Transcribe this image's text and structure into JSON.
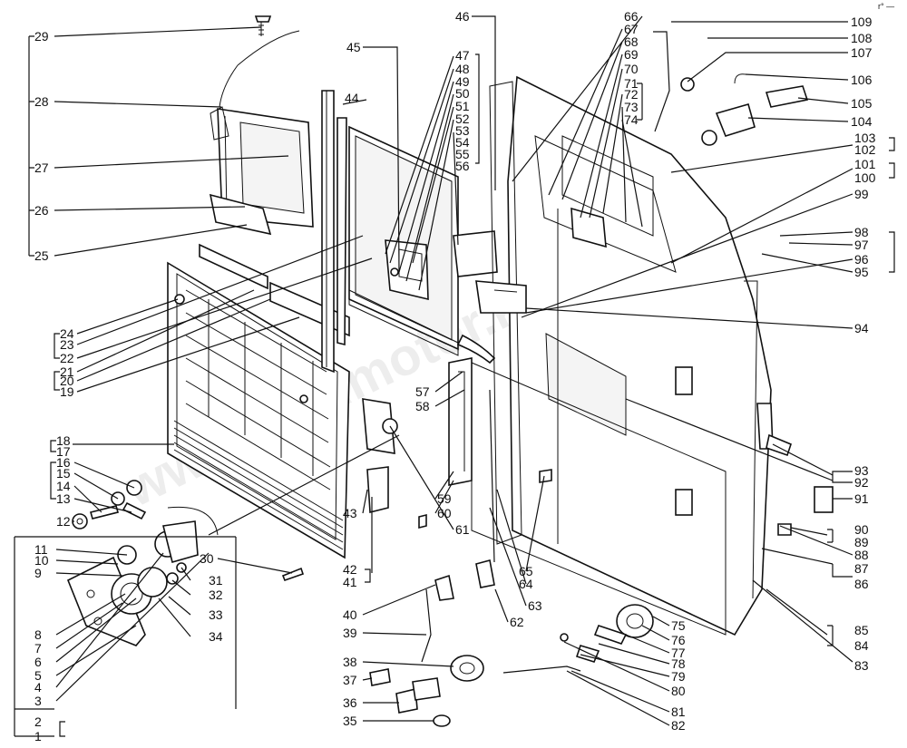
{
  "diagram": {
    "watermark": "www.cmdmotor.kz",
    "corner_mark": "r° —"
  },
  "labels": {
    "L1": "1",
    "L2": "2",
    "L3": "3",
    "L4": "4",
    "L5": "5",
    "L6": "6",
    "L7": "7",
    "L8": "8",
    "L9": "9",
    "L10": "10",
    "L11": "11",
    "L12": "12",
    "L13": "13",
    "L14": "14",
    "L15": "15",
    "L16": "16",
    "L17": "17",
    "L18": "18",
    "L19": "19",
    "L20": "20",
    "L21": "21",
    "L22": "22",
    "L23": "23",
    "L24": "24",
    "L25": "25",
    "L26": "26",
    "L27": "27",
    "L28": "28",
    "L29": "29",
    "L30": "30",
    "L31": "31",
    "L32": "32",
    "L33": "33",
    "L34": "34",
    "L35": "35",
    "L36": "36",
    "L37": "37",
    "L38": "38",
    "L39": "39",
    "L40": "40",
    "L41": "41",
    "L42": "42",
    "L43": "43",
    "L44": "44",
    "L45": "45",
    "L46": "46",
    "L47": "47",
    "L48": "48",
    "L49": "49",
    "L50": "50",
    "L51": "51",
    "L52": "52",
    "L53": "53",
    "L54": "54",
    "L55": "55",
    "L56": "56",
    "L57": "57",
    "L58": "58",
    "L59": "59",
    "L60": "60",
    "L61": "61",
    "L62": "62",
    "L63": "63",
    "L64": "64",
    "L65": "65",
    "L66": "66",
    "L67": "67",
    "L68": "68",
    "L69": "69",
    "L70": "70",
    "L71": "71",
    "L72": "72",
    "L73": "73",
    "L74": "74",
    "L75": "75",
    "L76": "76",
    "L77": "77",
    "L78": "78",
    "L79": "79",
    "L80": "80",
    "L81": "81",
    "L82": "82",
    "L83": "83",
    "L84": "84",
    "L85": "85",
    "L86": "86",
    "L87": "87",
    "L88": "88",
    "L89": "89",
    "L90": "90",
    "L91": "91",
    "L92": "92",
    "L93": "93",
    "L94": "94",
    "L95": "95",
    "L96": "96",
    "L97": "97",
    "L98": "98",
    "L99": "99",
    "L100": "100",
    "L101": "101",
    "L102": "102",
    "L103": "103",
    "L104": "104",
    "L105": "105",
    "L106": "106",
    "L107": "107",
    "L108": "108",
    "L109": "109"
  }
}
